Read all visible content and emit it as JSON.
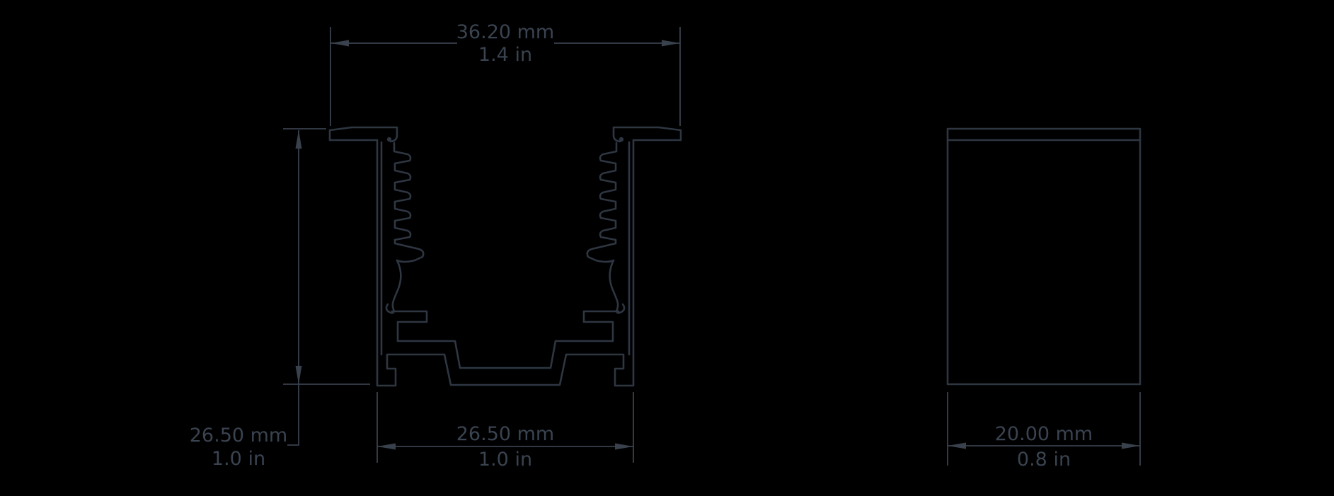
{
  "drawing": {
    "type": "technical-dimension-drawing",
    "views": {
      "cross_section": "profile cross-section with flanges, barbed fins and stepped base",
      "side": "profile end view rectangle"
    },
    "colors": {
      "background": "#000000",
      "profile_line": "#2e3642",
      "dimension_line": "#39414d",
      "label_text": "#3a4350"
    }
  },
  "dimensions": {
    "top_width": {
      "mm": "36.20 mm",
      "in": "1.4 in"
    },
    "height": {
      "mm": "26.50 mm",
      "in": "1.0 in"
    },
    "bottom_width": {
      "mm": "26.50 mm",
      "in": "1.0 in"
    },
    "side_depth": {
      "mm": "20.00 mm",
      "in": "0.8 in"
    }
  }
}
